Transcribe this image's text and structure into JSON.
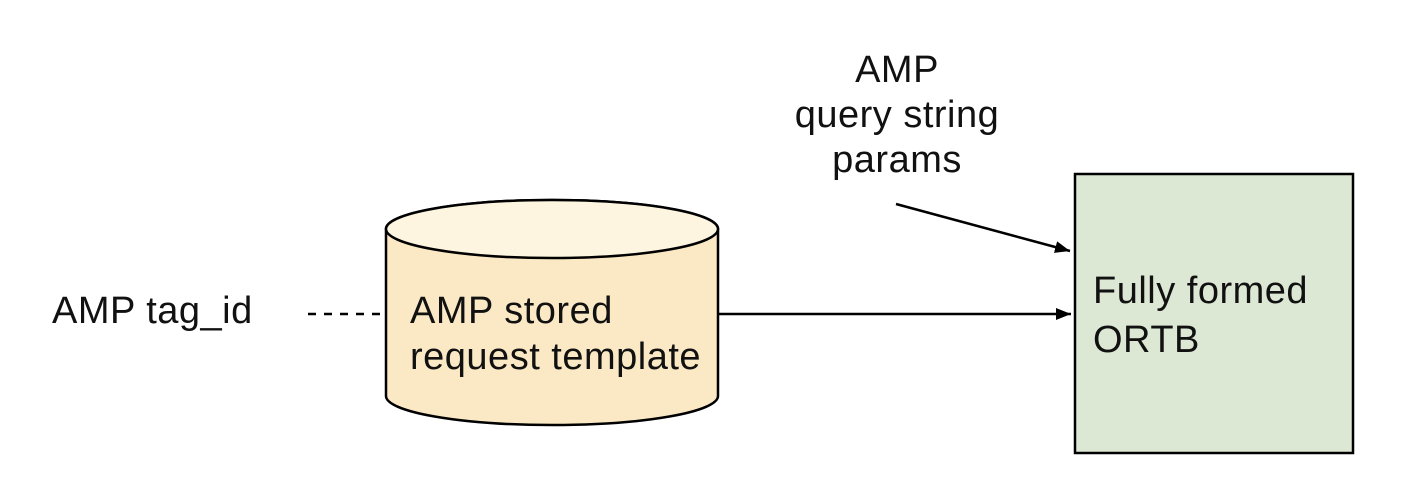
{
  "colors": {
    "background": "#ffffff",
    "stroke": "#000000",
    "text": "#111111",
    "cylinder_body": "#FAE9C4",
    "cylinder_top": "#FDF5DF",
    "box_fill": "#DCE8D4"
  },
  "nodes": {
    "amp_tag_id": {
      "text": "AMP tag_id",
      "shape": "none"
    },
    "stored_request": {
      "text": "AMP stored\nrequest template",
      "shape": "cylinder"
    },
    "query_params": {
      "text": "AMP\nquery string\nparams",
      "shape": "none"
    },
    "ortb": {
      "text": "Fully formed\nORTB",
      "shape": "rectangle"
    }
  },
  "edges": [
    {
      "from": "amp_tag_id",
      "to": "stored_request",
      "style": "dashed",
      "arrowhead": false
    },
    {
      "from": "stored_request",
      "to": "ortb",
      "style": "solid",
      "arrowhead": true
    },
    {
      "from": "query_params",
      "to": "ortb",
      "style": "solid",
      "arrowhead": true
    }
  ]
}
